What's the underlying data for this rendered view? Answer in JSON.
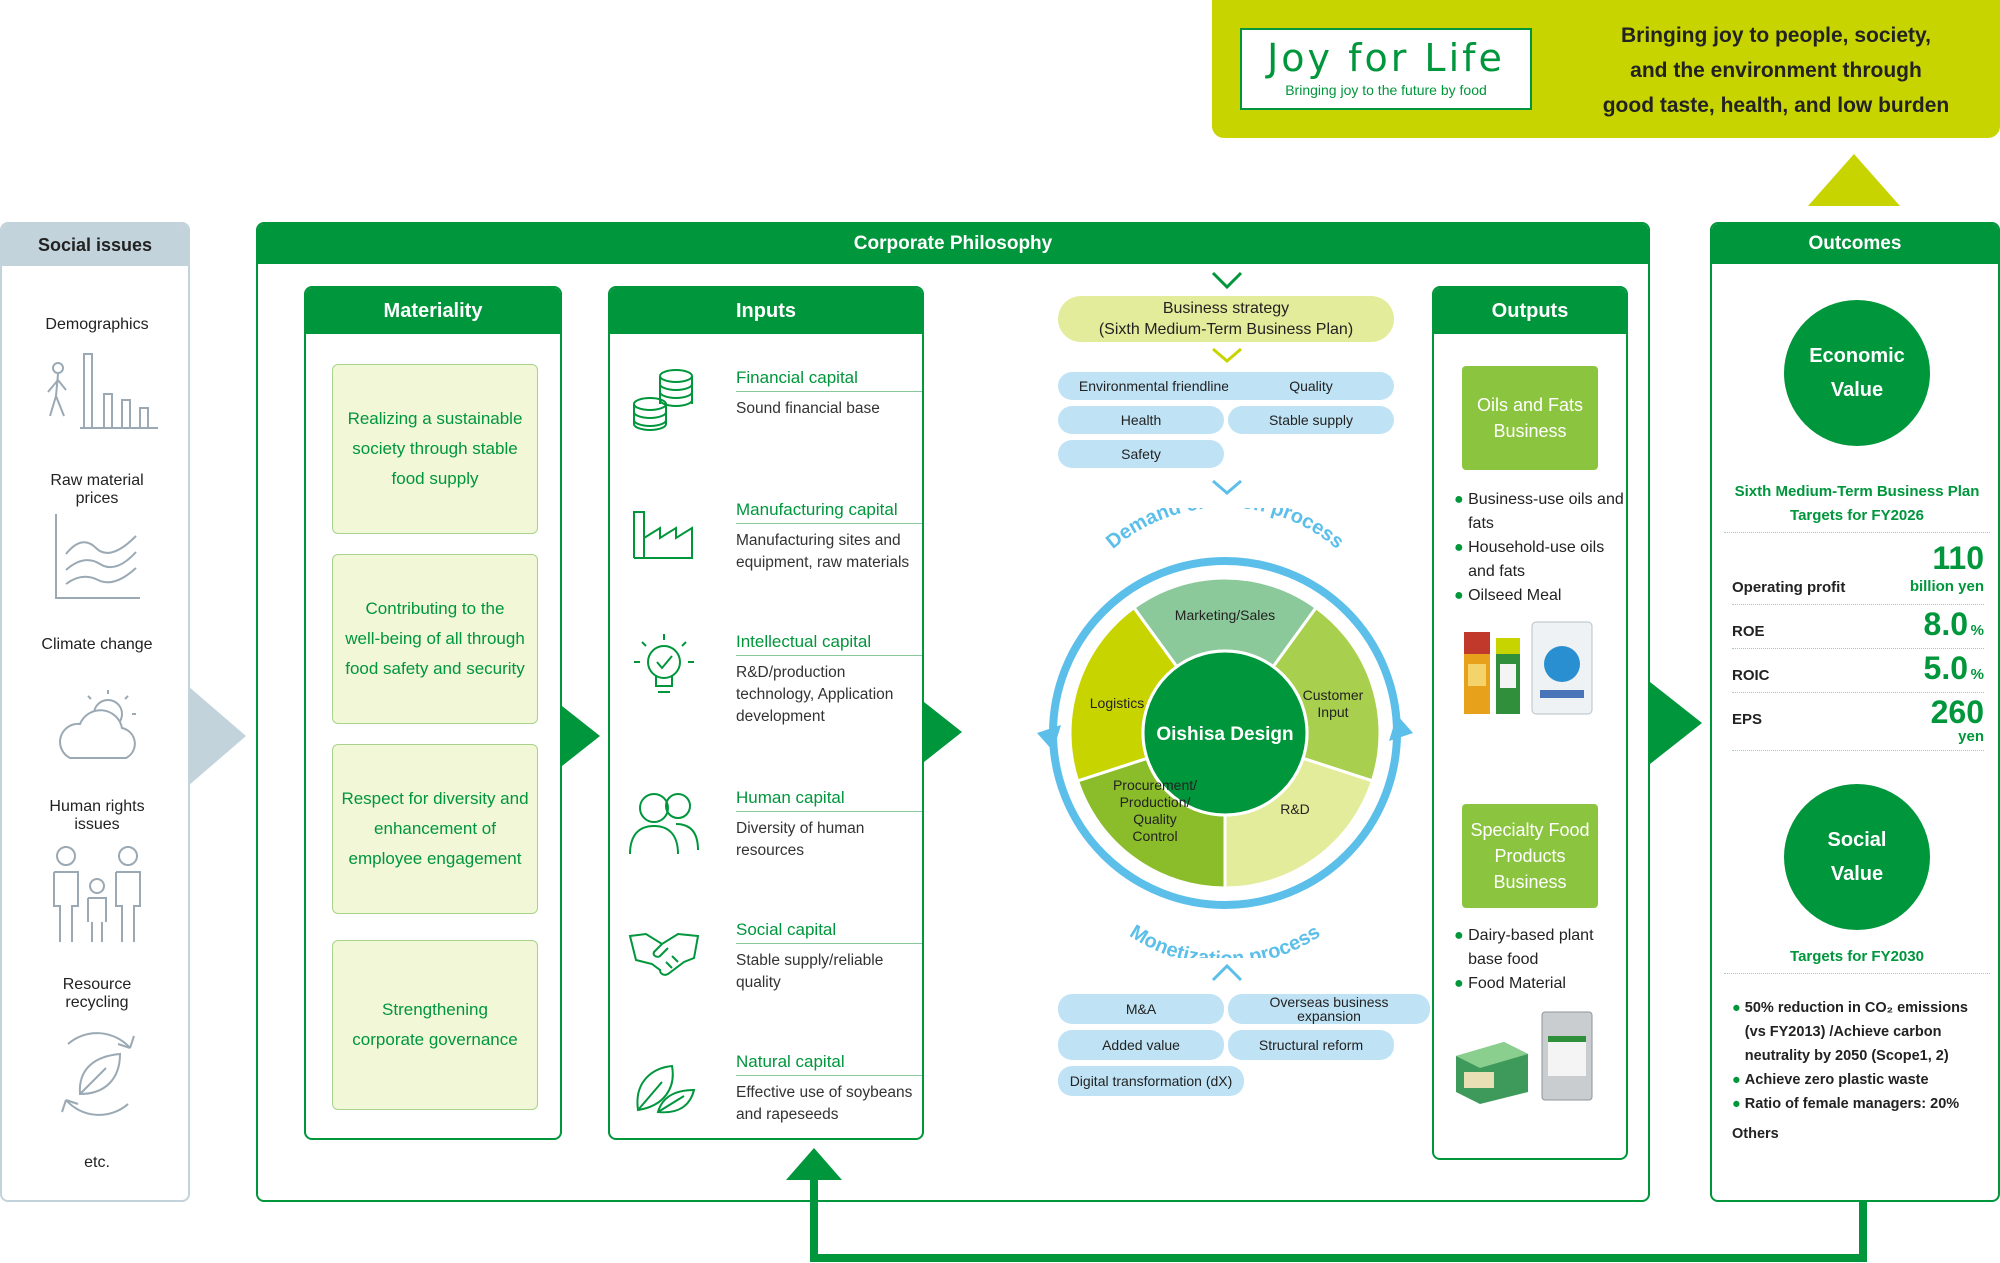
{
  "top_banner": {
    "logo_title": "Joy for Life",
    "logo_subtitle": "Bringing joy to the future by food",
    "statement_lines": [
      "Bringing joy to people, society,",
      "and the environment through",
      "good taste, health, and low burden"
    ]
  },
  "social_issues": {
    "title": "Social issues",
    "items": [
      "Demographics",
      "Raw material prices",
      "Climate change",
      "Human rights issues",
      "Resource recycling"
    ],
    "items_display": [
      [
        "Demographics"
      ],
      [
        "Raw material",
        "prices"
      ],
      [
        "Climate change"
      ],
      [
        "Human rights",
        "issues"
      ],
      [
        "Resource",
        "recycling"
      ]
    ],
    "footer": "etc."
  },
  "corporate_philosophy": {
    "title": "Corporate Philosophy"
  },
  "materiality": {
    "title": "Materiality",
    "items": [
      "Realizing a sustainable society through stable food supply",
      "Contributing to the well-being of all through food safety and security",
      "Respect for diversity and enhancement of employee engagement",
      "Strengthening corporate governance"
    ],
    "items_display": [
      [
        "Realizing a sustainable",
        "society through stable",
        "food supply"
      ],
      [
        "Contributing to the",
        "well-being of all through",
        "food safety and security"
      ],
      [
        "Respect for diversity and",
        "enhancement of",
        "employee engagement"
      ],
      [
        "Strengthening",
        "corporate governance"
      ]
    ]
  },
  "inputs": {
    "title": "Inputs",
    "items": [
      {
        "title": "Financial capital",
        "desc": "Sound financial base",
        "icon": "coins-icon"
      },
      {
        "title": "Manufacturing capital",
        "desc": "Manufacturing sites and equipment, raw materials",
        "icon": "factory-icon"
      },
      {
        "title": "Intellectual capital",
        "desc": "R&D/production technology, Application development",
        "icon": "lightbulb-icon"
      },
      {
        "title": "Human capital",
        "desc": "Diversity of human resources",
        "icon": "people-icon"
      },
      {
        "title": "Social capital",
        "desc": "Stable supply/reliable quality",
        "icon": "handshake-icon"
      },
      {
        "title": "Natural capital",
        "desc": "Effective use of soybeans and rapeseeds",
        "icon": "leaf-icon"
      }
    ]
  },
  "strategy": {
    "title_line1": "Business strategy",
    "title_line2": "(Sixth Medium-Term Business Plan)",
    "top_pills": [
      "Environmental friendliness",
      "Quality",
      "Health",
      "Stable supply",
      "Safety"
    ],
    "bottom_pills": [
      "M&A",
      "Overseas business expansion",
      "Added value",
      "Structural reform",
      "Digital transformation (dX)"
    ]
  },
  "cycle": {
    "center": "Oishisa Design",
    "segments": [
      "Marketing/Sales",
      "Customer Input",
      "R&D",
      "Procurement/ Production/ Quality Control",
      "Logistics"
    ],
    "top_arc_label": "Demand creation process",
    "bottom_arc_label": "Monetization process"
  },
  "outputs": {
    "title": "Outputs",
    "business1": "Oils and Fats Business",
    "business1_items": [
      "Business-use oils and fats",
      "Household-use oils and fats",
      "Oilseed Meal"
    ],
    "business2": "Specialty Food Products Business",
    "business2_items": [
      "Dairy-based plant base food",
      "Food Material"
    ]
  },
  "outcomes": {
    "title": "Outcomes",
    "economic_value": "Economic Value",
    "plan_title": "Sixth Medium-Term Business Plan Targets for FY2026",
    "kpis": [
      {
        "label": "Operating profit",
        "value": "110",
        "unit": "billion yen"
      },
      {
        "label": "ROE",
        "value": "8.0",
        "unit": "%"
      },
      {
        "label": "ROIC",
        "value": "5.0",
        "unit": "%"
      },
      {
        "label": "EPS",
        "value": "260",
        "unit": "yen"
      }
    ],
    "social_value": "Social Value",
    "social_targets_title": "Targets for FY2030",
    "social_targets": [
      "50% reduction in CO₂ emissions (vs FY2013) /Achieve carbon neutrality by 2050 (Scope1, 2)",
      "Achieve zero plastic waste",
      "Ratio of female managers: 20%"
    ],
    "social_targets_display": [
      [
        "50% reduction in CO₂ emissions",
        "(vs FY2013) /Achieve carbon",
        "neutrality by 2050 (Scope1, 2)"
      ],
      [
        "Achieve zero plastic waste"
      ],
      [
        "Ratio of female managers: 20%"
      ]
    ],
    "others": "Others"
  },
  "colors": {
    "brand_green": "#00963c",
    "lime": "#c8d400",
    "light_lime": "#e3ec9b",
    "pale_green": "#f2f7d8",
    "pill_blue": "#bfe3f5",
    "arc_blue": "#5bbfea",
    "gray_blue": "#c3d3db"
  }
}
